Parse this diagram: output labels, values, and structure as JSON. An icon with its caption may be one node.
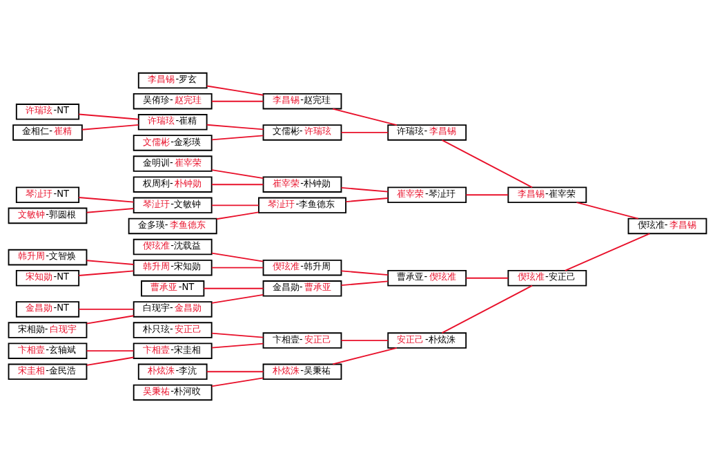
{
  "diagram": {
    "nodes": [
      {
        "text": [
          "许瑞玹-NT"
        ]
      },
      {
        "text": [
          "金相仁-崔精"
        ]
      },
      {
        "text": [
          "琴沚玗-NT"
        ]
      },
      {
        "text": [
          "文敏钟-郭圆根"
        ]
      },
      {
        "text": [
          "韩升周-文智焕"
        ]
      },
      {
        "text": [
          "宋知勋-NT"
        ]
      },
      {
        "text": [
          "金昌勋-NT"
        ]
      },
      {
        "text": [
          "宋相勋-白现宇"
        ]
      },
      {
        "text": [
          "卞相壹-玄轴斌"
        ]
      },
      {
        "text": [
          "宋圭相-金民浩"
        ]
      },
      {
        "text": [
          "李昌锡-罗玄"
        ]
      },
      {
        "text": [
          "吴侑珍-赵完珪"
        ]
      },
      {
        "text": [
          "许瑞玹-崔精"
        ]
      },
      {
        "text": [
          "文儒彬-金彩瑛"
        ]
      },
      {
        "text": [
          "金明训-崔宰荣"
        ]
      },
      {
        "text": [
          "权周利-朴钟勋"
        ]
      },
      {
        "text": [
          "琴沚玗-文敏钟"
        ]
      },
      {
        "text": [
          "金多瑛-李鱼德东"
        ]
      },
      {
        "text": [
          "偰玹准-沈载益"
        ]
      },
      {
        "text": [
          "韩升周-宋知勋"
        ]
      },
      {
        "text": [
          "曹承亚-NT"
        ]
      },
      {
        "text": [
          "白现宇-金昌勋"
        ]
      },
      {
        "text": [
          "朴只玹-安正己"
        ]
      },
      {
        "text": [
          "卞相壹-宋圭相"
        ]
      },
      {
        "text": [
          "朴炫洙-李沆"
        ]
      },
      {
        "text": [
          "吴秉祐-朴河旼"
        ]
      },
      {
        "text": [
          "李昌锡-赵完珪"
        ]
      },
      {
        "text": [
          "文儒彬-许瑞玹"
        ]
      },
      {
        "text": [
          "崔宰荣-朴钟勋"
        ]
      },
      {
        "text": [
          "琴沚玗-李鱼德东"
        ]
      },
      {
        "text": [
          "偰玹准-韩升周"
        ]
      },
      {
        "text": [
          "金昌勋-曹承亚"
        ]
      },
      {
        "text": [
          "卞相壹-安正己"
        ]
      },
      {
        "text": [
          "朴炫洙-吴秉祐"
        ]
      },
      {
        "text": [
          "许瑞玹-李昌锡"
        ]
      },
      {
        "text": [
          "崔宰荣-琴沚玗"
        ]
      },
      {
        "text": [
          "曹承亚-偰玹准"
        ]
      },
      {
        "text": [
          "安正己-朴炫洙"
        ]
      },
      {
        "text": [
          "李昌锡-崔宰荣"
        ]
      },
      {
        "text": [
          "偰玹准-安正己"
        ]
      },
      {
        "text": [
          "偰玹准-李昌锡"
        ]
      }
    ],
    "edges": [
      {
        "from": 0,
        "to": 12,
        "arrow": "none"
      },
      {
        "from": 1,
        "to": 12,
        "arrow": "none"
      },
      {
        "from": 2,
        "to": 16,
        "arrow": "none"
      },
      {
        "from": 3,
        "to": 16,
        "arrow": "none"
      },
      {
        "from": 4,
        "to": 19,
        "arrow": "none"
      },
      {
        "from": 5,
        "to": 19,
        "arrow": "none"
      },
      {
        "from": 6,
        "to": 21,
        "arrow": "none"
      },
      {
        "from": 7,
        "to": 21,
        "arrow": "none"
      },
      {
        "from": 8,
        "to": 23,
        "arrow": "none"
      },
      {
        "from": 9,
        "to": 23,
        "arrow": "none"
      },
      {
        "from": 10,
        "to": 26,
        "arrow": "none"
      },
      {
        "from": 11,
        "to": 26,
        "arrow": "none"
      },
      {
        "from": 12,
        "to": 27,
        "arrow": "none"
      },
      {
        "from": 13,
        "to": 27,
        "arrow": "none"
      },
      {
        "from": 14,
        "to": 28,
        "arrow": "none"
      },
      {
        "from": 15,
        "to": 28,
        "arrow": "none"
      },
      {
        "from": 16,
        "to": 29,
        "arrow": "none"
      },
      {
        "from": 17,
        "to": 29,
        "arrow": "none"
      },
      {
        "from": 18,
        "to": 30,
        "arrow": "none"
      },
      {
        "from": 19,
        "to": 30,
        "arrow": "none"
      },
      {
        "from": 20,
        "to": 31,
        "arrow": "none"
      },
      {
        "from": 21,
        "to": 31,
        "arrow": "none"
      },
      {
        "from": 22,
        "to": 32,
        "arrow": "none"
      },
      {
        "from": 23,
        "to": 32,
        "arrow": "none"
      },
      {
        "from": 24,
        "to": 33,
        "arrow": "none"
      },
      {
        "from": 25,
        "to": 33,
        "arrow": "none"
      },
      {
        "from": 26,
        "to": 34,
        "arrow": "none"
      },
      {
        "from": 27,
        "to": 34,
        "arrow": "none"
      },
      {
        "from": 28,
        "to": 35,
        "arrow": "none"
      },
      {
        "from": 29,
        "to": 35,
        "arrow": "none"
      },
      {
        "from": 30,
        "to": 36,
        "arrow": "none"
      },
      {
        "from": 31,
        "to": 36,
        "arrow": "none"
      },
      {
        "from": 32,
        "to": 37,
        "arrow": "none"
      },
      {
        "from": 33,
        "to": 37,
        "arrow": "none"
      },
      {
        "from": 34,
        "to": 38,
        "arrow": "none"
      },
      {
        "from": 35,
        "to": 38,
        "arrow": "none"
      },
      {
        "from": 36,
        "to": 39,
        "arrow": "none"
      },
      {
        "from": 37,
        "to": 39,
        "arrow": "none"
      },
      {
        "from": 38,
        "to": 40,
        "arrow": "none"
      },
      {
        "from": 39,
        "to": 40,
        "arrow": "none"
      }
    ]
  }
}
